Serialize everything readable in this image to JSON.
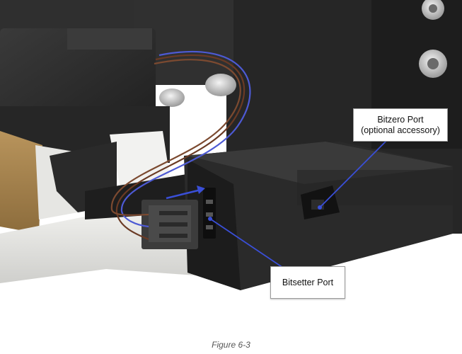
{
  "callouts": {
    "bitzero": {
      "line1": "Bitzero Port",
      "line2": "(optional accessory)"
    },
    "bitsetter": {
      "label": "Bitsetter Port"
    }
  },
  "caption": "Figure 6-3",
  "colors": {
    "pointer": "#3a4fd8",
    "housing": "#2b2b2b",
    "wood": "#a8864f",
    "rail": "#d9d9d6"
  }
}
